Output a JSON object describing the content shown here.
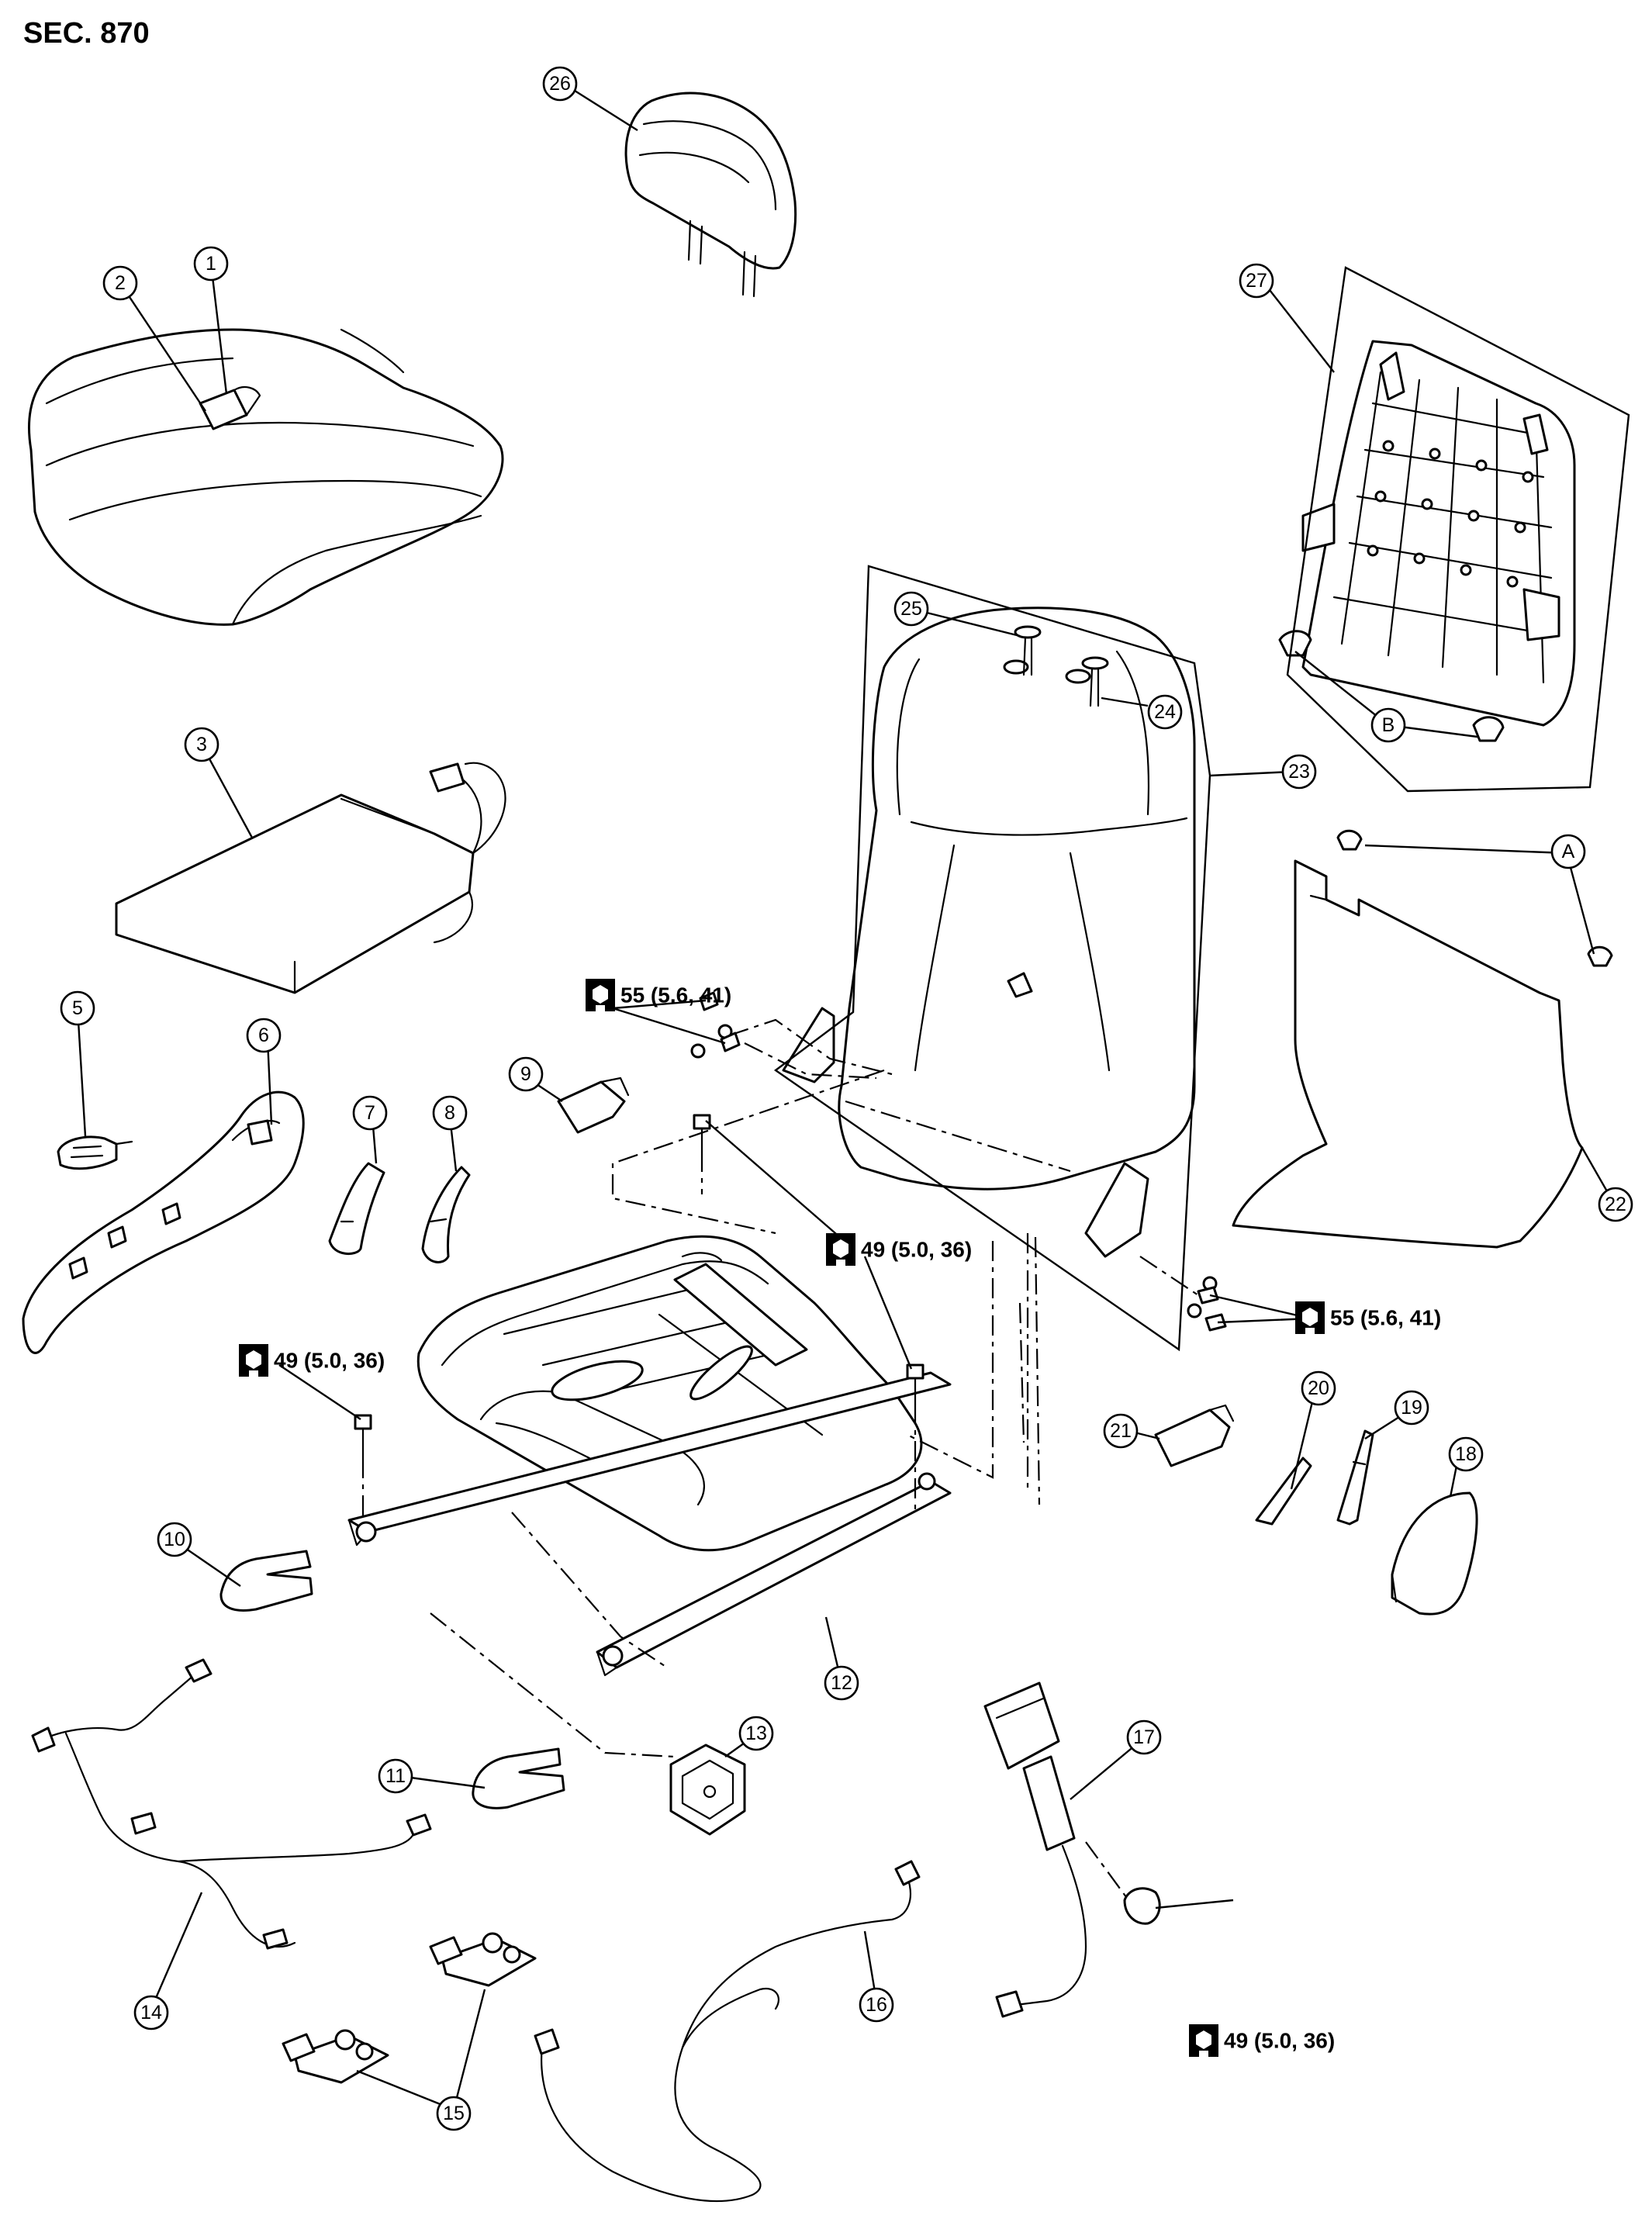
{
  "section_label": "SEC. 870",
  "callouts": [
    "1",
    "2",
    "3",
    "5",
    "6",
    "7",
    "8",
    "9",
    "10",
    "11",
    "12",
    "13",
    "14",
    "15",
    "16",
    "17",
    "18",
    "19",
    "20",
    "21",
    "22",
    "23",
    "24",
    "25",
    "26",
    "27",
    "A",
    "B"
  ],
  "torque_specs": {
    "t55_upper": "55 (5.6, 41)",
    "t55_right": "55 (5.6, 41)",
    "t49_center": "49 (5.0, 36)",
    "t49_left": "49 (5.0, 36)",
    "t49_bottom": "49 (5.0, 36)"
  },
  "icons": [
    "wrench-socket-icon"
  ]
}
